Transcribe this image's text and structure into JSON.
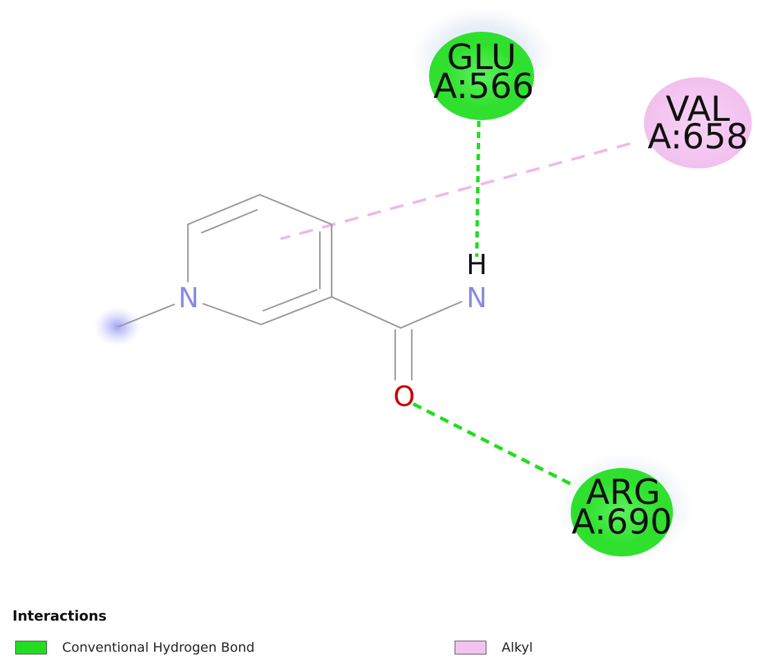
{
  "residues": [
    {
      "id": "glu",
      "line1": "GLU",
      "line2": "A:566",
      "type": "hbond"
    },
    {
      "id": "val",
      "line1": "VAL",
      "line2": "A:658",
      "type": "alkyl"
    },
    {
      "id": "arg",
      "line1": "ARG",
      "line2": "A:690",
      "type": "hbond"
    }
  ],
  "atoms": {
    "ring_nitrogen": "N",
    "amide_nitrogen": "N",
    "amide_hydrogen": "H",
    "carbonyl_oxygen": "O"
  },
  "legend": {
    "title": "Interactions",
    "items": [
      {
        "label": "Conventional Hydrogen Bond",
        "color": "#22dd22"
      },
      {
        "label": "Alkyl",
        "color": "#f4c2f0"
      }
    ]
  },
  "colors": {
    "hbond": "#22dd22",
    "alkyl": "#f0b8ec",
    "nitrogen": "#8a8ae6",
    "oxygen": "#cc0000",
    "bond": "#9a9a9a"
  }
}
